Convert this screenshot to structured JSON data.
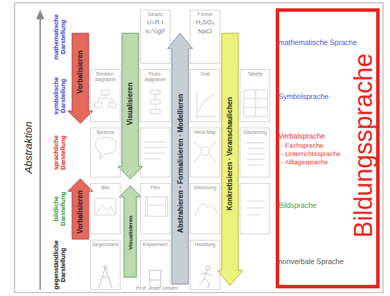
{
  "diagram": {
    "nodes": [
      {
        "text": [
          "Gesetz",
          "U=R·I",
          "s=½gt²"
        ]
      },
      {
        "text": [
          "Formel",
          "H₂SO₄",
          "NaCl"
        ]
      },
      {
        "text": [
          "Struktur-diagramm"
        ]
      },
      {
        "text": [
          "Fluss-diagramm"
        ]
      },
      {
        "text": [
          "Graf"
        ]
      },
      {
        "text": [
          "Tabelle"
        ]
      },
      {
        "text": [
          "Sprache"
        ]
      },
      {
        "text": [
          "Mind-Map"
        ]
      },
      {
        "text": [
          "Gliederung"
        ]
      },
      {
        "text": [
          "Bild"
        ]
      },
      {
        "text": [
          "Film"
        ]
      },
      {
        "text": [
          "Zeichnung"
        ]
      },
      {
        "text": [
          "Gegenstand"
        ]
      },
      {
        "text": [
          "Experiment"
        ]
      },
      {
        "text": [
          "Handlung"
        ]
      },
      {
        "text": [
          "mathematische Sprache",
          "Symbolsprache",
          "Verbalsprache",
          "- Fachsprache",
          "- Unterrichtssprache",
          "- Alltagssprache",
          "Bildsprache",
          "nonverbale Sprache",
          "Bildungssprache"
        ]
      }
    ],
    "labels": [
      "Abstraktion",
      "mathematische Darstellung",
      "symbolische Darstellung",
      "sprachliche Darstellung",
      "bildliche Darstellung",
      "gegenständliche Darstellung",
      "Verbalisieren",
      "Verbalisieren",
      "Visualisieren",
      "Visualisieren",
      "Abstrahieren · Formalisieren · Modellieren",
      "Konkretisieren · Veranschaulichen",
      "Prof. Josef Leisen"
    ]
  }
}
